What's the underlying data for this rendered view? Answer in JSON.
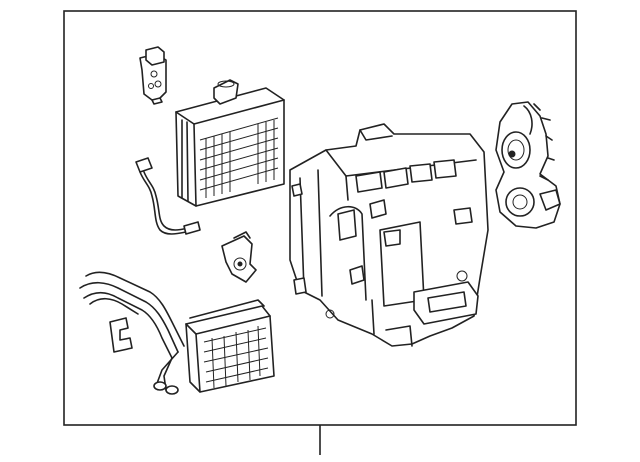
{
  "diagram": {
    "colors": {
      "frame": "#222222",
      "background": "#ffffff",
      "line": "#222222"
    },
    "parts": [
      "expansion-valve",
      "evaporator-core",
      "thermistor-wire",
      "hvac-unit-case",
      "blower-motor",
      "servo-actuator",
      "heater-core-with-pipes",
      "clip-bracket"
    ]
  }
}
